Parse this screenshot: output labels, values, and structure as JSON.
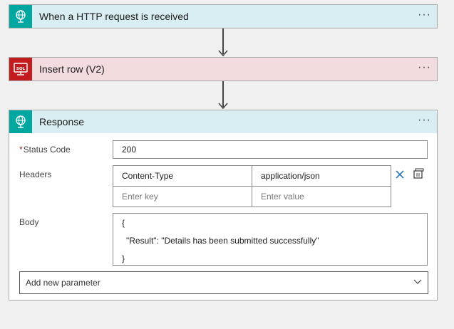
{
  "flow": {
    "trigger": {
      "title": "When a HTTP request is received",
      "icon": "http-globe-icon",
      "color": "#00a7a0",
      "more": "···"
    },
    "action": {
      "title": "Insert row (V2)",
      "icon": "sql-server-icon",
      "icon_text": "SQL",
      "color": "#c21c1f",
      "more": "···"
    },
    "response": {
      "title": "Response",
      "icon": "response-globe-icon",
      "color": "#00a7a0",
      "more": "···",
      "status_code": {
        "required_mark": "*",
        "label": "Status Code",
        "value": "200"
      },
      "headers": {
        "label": "Headers",
        "rows": [
          {
            "key": "Content-Type",
            "value": "application/json"
          }
        ],
        "key_placeholder": "Enter key",
        "value_placeholder": "Enter value"
      },
      "body": {
        "label": "Body",
        "lines": [
          "{",
          "  \"Result\": \"Details has been submitted successfully\"",
          "}"
        ]
      },
      "add_parameter": "Add new parameter"
    }
  }
}
